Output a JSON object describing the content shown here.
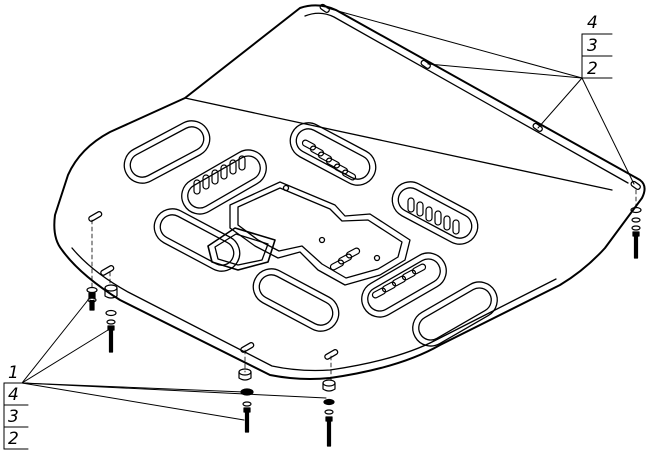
{
  "callouts": {
    "top_right": [
      "4",
      "3",
      "2"
    ],
    "bottom_left": [
      "1",
      "4",
      "3",
      "2"
    ]
  },
  "colors": {
    "line": "#000000",
    "background": "#ffffff"
  }
}
